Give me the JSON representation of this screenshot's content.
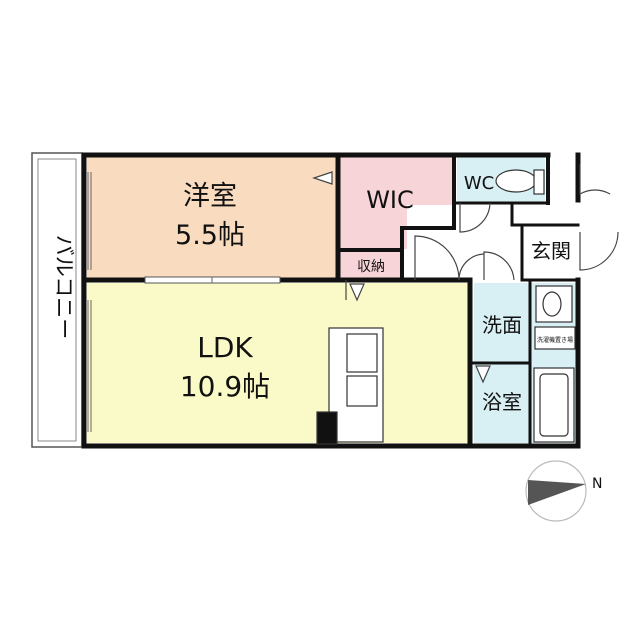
{
  "floorplan": {
    "rooms": {
      "western_room": {
        "name": "洋室",
        "size": "5.5帖",
        "fill": "#f9dcc0"
      },
      "wic": {
        "name": "WIC",
        "fill": "#f7d4d8"
      },
      "storage": {
        "name": "収納",
        "fill": "#f7d4d8"
      },
      "wc": {
        "name": "WC",
        "fill": "#d8f0f4"
      },
      "entrance": {
        "name": "玄関",
        "fill": "#ffffff"
      },
      "washroom": {
        "name": "洗面",
        "fill": "#d8f0f4"
      },
      "bathroom": {
        "name": "浴室",
        "fill": "#d8f0f4"
      },
      "ldk": {
        "name": "LDK",
        "size": "10.9帖",
        "fill": "#fafac8"
      },
      "balcony": {
        "name": "バルコニー",
        "fill": "#ffffff"
      }
    },
    "washer_label": "洗濯機置き場",
    "compass": {
      "label": "N",
      "direction": "east"
    },
    "colors": {
      "wall": "#111111"
    }
  }
}
